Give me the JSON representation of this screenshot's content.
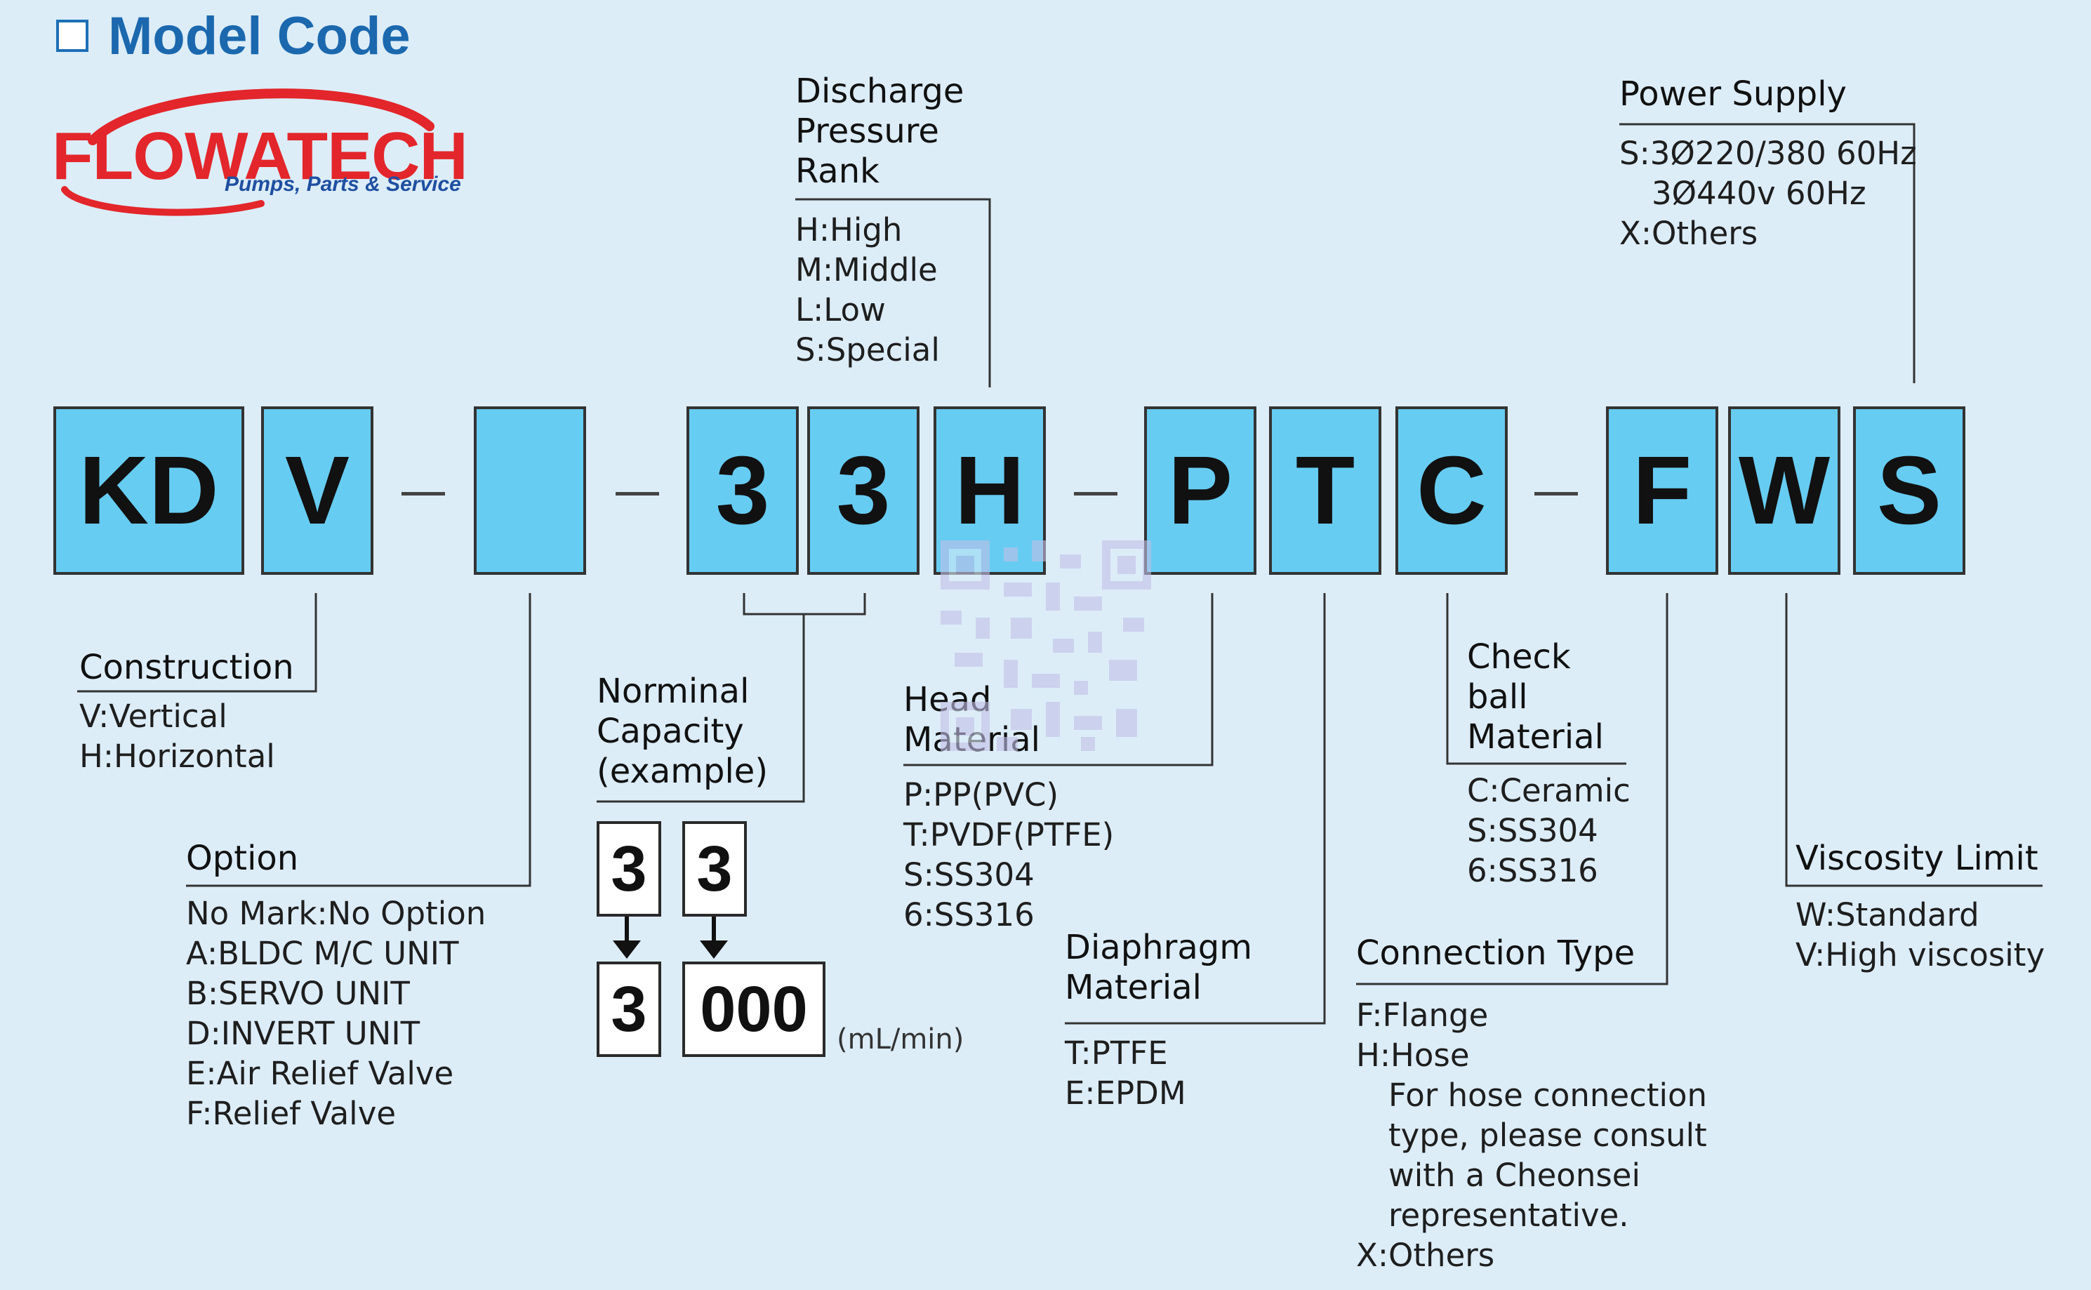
{
  "header": {
    "title": "Model Code"
  },
  "logo": {
    "brand": "FLOWATECH",
    "tagline": "Pumps, Parts & Service",
    "brand_color": "#e3262b",
    "tagline_color": "#1f4fa0"
  },
  "colors": {
    "box_fill": "#67ccf2",
    "background": "#dcedf8",
    "title_color": "#1b68ae"
  },
  "code_boxes": [
    "KD",
    "V",
    "",
    "3",
    "3",
    "H",
    "P",
    "T",
    "C",
    "F",
    "W",
    "S"
  ],
  "groups": {
    "discharge": {
      "title": "Discharge Pressure Rank",
      "title_lines": [
        "Discharge",
        "Pressure",
        "Rank"
      ],
      "options": [
        "H:High",
        "M:Middle",
        "L:Low",
        "S:Special"
      ]
    },
    "power": {
      "title": "Power Supply",
      "options": [
        "S:3Ø220/380 60Hz",
        "3Ø440v 60Hz",
        "X:Others"
      ]
    },
    "construction": {
      "title": "Construction",
      "options": [
        "V:Vertical",
        "H:Horizontal"
      ]
    },
    "option": {
      "title": "Option",
      "options": [
        "No Mark:No Option",
        "A:BLDC M/C UNIT",
        "B:SERVO UNIT",
        "D:INVERT UNIT",
        "E:Air Relief Valve",
        "F:Relief Valve"
      ]
    },
    "capacity": {
      "title": "Norminal Capacity (example)",
      "title_lines": [
        "Norminal",
        "Capacity",
        "(example)"
      ],
      "example_top": [
        "3",
        "3"
      ],
      "example_bottom": [
        "3",
        "000"
      ],
      "unit": "(mL/min)"
    },
    "head": {
      "title": "Head Material",
      "title_lines": [
        "Head",
        "Material"
      ],
      "options": [
        "P:PP(PVC)",
        "T:PVDF(PTFE)",
        "S:SS304",
        "6:SS316"
      ]
    },
    "diaphragm": {
      "title": "Diaphragm Material",
      "title_lines": [
        "Diaphragm",
        "Material"
      ],
      "options": [
        "T:PTFE",
        "E:EPDM"
      ]
    },
    "checkball": {
      "title": "Check ball Material",
      "title_lines": [
        "Check",
        "ball",
        "Material"
      ],
      "options": [
        "C:Ceramic",
        "S:SS304",
        "6:SS316"
      ]
    },
    "connection": {
      "title": "Connection Type",
      "options": [
        "F:Flange",
        "H:Hose",
        "For hose connection",
        "type, please consult",
        "with a Cheonsei",
        "representative.",
        "X:Others"
      ]
    },
    "viscosity": {
      "title": "Viscosity Limit",
      "options": [
        "W:Standard",
        "V:High viscosity"
      ]
    }
  }
}
